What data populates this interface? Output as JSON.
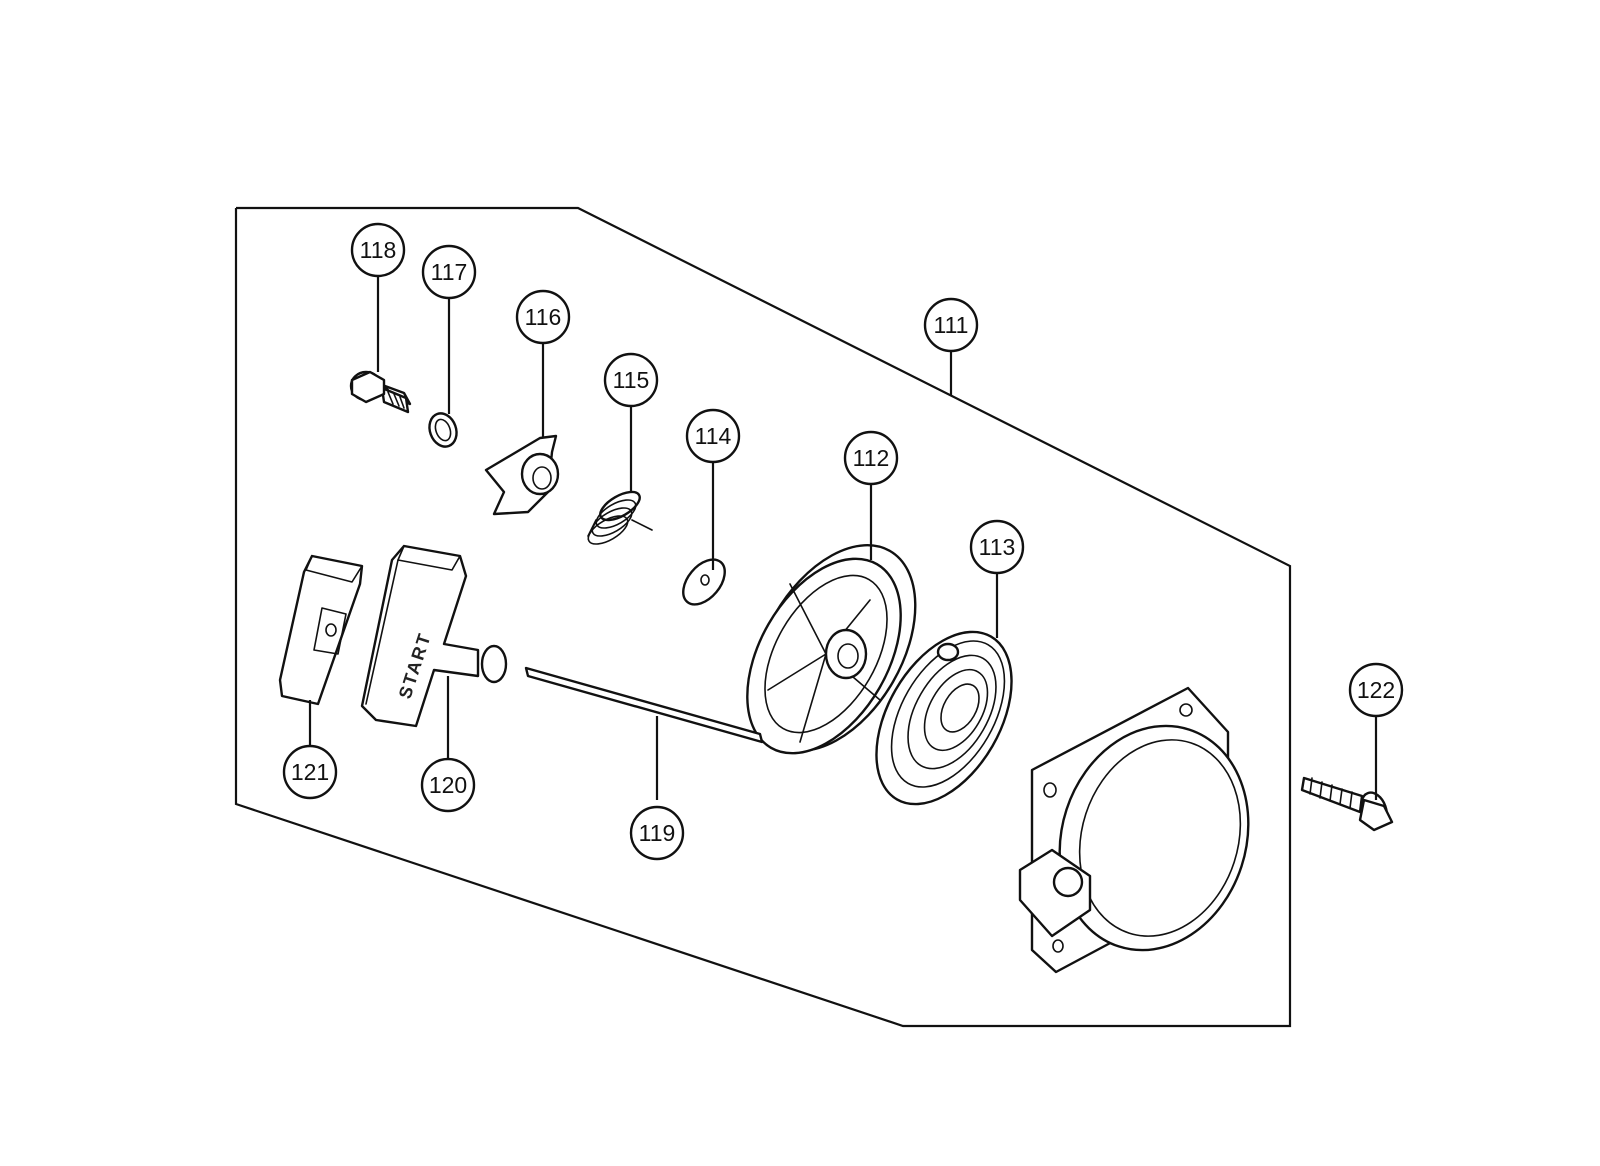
{
  "diagram": {
    "callouts": [
      {
        "id": "c118",
        "label": "118"
      },
      {
        "id": "c117",
        "label": "117"
      },
      {
        "id": "c116",
        "label": "116"
      },
      {
        "id": "c115",
        "label": "115"
      },
      {
        "id": "c114",
        "label": "114"
      },
      {
        "id": "c111",
        "label": "111"
      },
      {
        "id": "c112",
        "label": "112"
      },
      {
        "id": "c113",
        "label": "113"
      },
      {
        "id": "c122",
        "label": "122"
      },
      {
        "id": "c121",
        "label": "121"
      },
      {
        "id": "c120",
        "label": "120"
      },
      {
        "id": "c119",
        "label": "119"
      }
    ],
    "handle_text": "START"
  }
}
